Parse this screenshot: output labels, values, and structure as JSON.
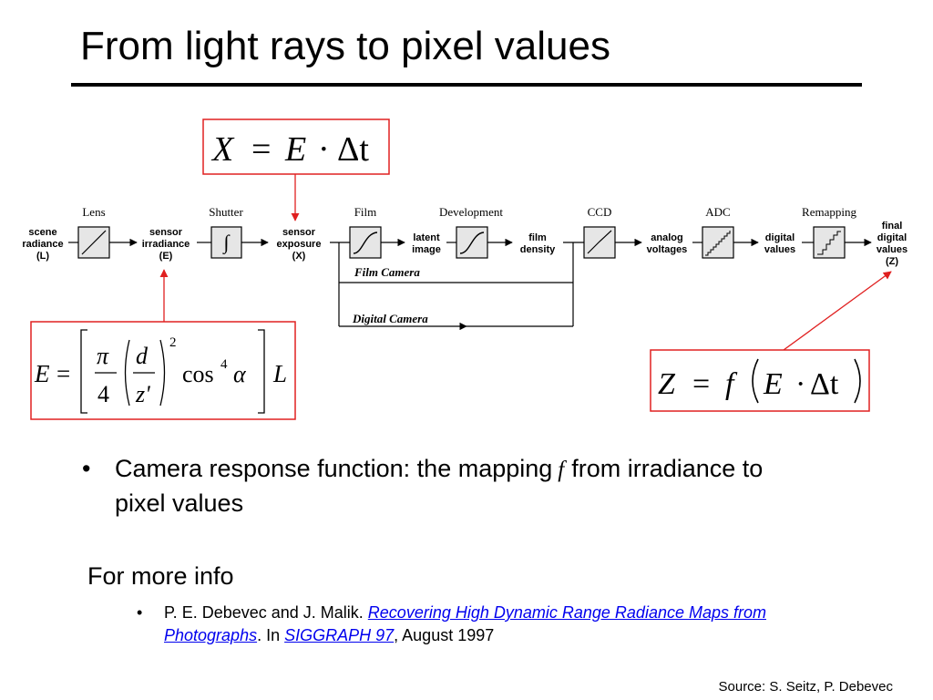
{
  "slide": {
    "title": "From light rays to pixel values",
    "bullet": {
      "text_before": "Camera response function: the mapping",
      "symbol": "f",
      "text_after": "from irradiance to pixel values"
    },
    "more_info": {
      "heading": "For more info",
      "reference": {
        "authors": "P. E. Debevec and J. Malik.",
        "paper_title": "Recovering High Dynamic Range Radiance Maps from Photographs",
        "in_text": ". In",
        "venue": "SIGGRAPH 97",
        "date": ", August 1997"
      }
    },
    "source": "Source: S. Seitz, P. Debevec"
  },
  "diagram": {
    "stage_titles": {
      "lens": "Lens",
      "shutter": "Shutter",
      "film": "Film",
      "development": "Development",
      "ccd": "CCD",
      "adc": "ADC",
      "remapping": "Remapping"
    },
    "quantities": {
      "scene_radiance": [
        "scene",
        "radiance",
        "(L)"
      ],
      "sensor_irradiance": [
        "sensor",
        "irradiance",
        "(E)"
      ],
      "sensor_exposure": [
        "sensor",
        "exposure",
        "(X)"
      ],
      "latent_image": [
        "latent",
        "image"
      ],
      "film_density": [
        "film",
        "density"
      ],
      "analog_voltages": [
        "analog",
        "voltages"
      ],
      "digital_values": [
        "digital",
        "values"
      ],
      "final_digital_values": [
        "final",
        "digital",
        "values",
        "(Z)"
      ]
    },
    "path_labels": {
      "film_camera": "Film Camera",
      "digital_camera": "Digital Camera"
    },
    "equations": {
      "exposure": {
        "lhs": "X",
        "eq": "=",
        "e": "E",
        "dot": "·",
        "delta_t": "Δt"
      },
      "irradiance": {
        "lhs": "E",
        "eq": "=",
        "pi": "π",
        "four": "4",
        "d": "d",
        "z": "z'",
        "sq": "2",
        "cos": "cos",
        "cos_exp": "4",
        "alpha": "α",
        "L": "L"
      },
      "response": {
        "lhs": "Z",
        "eq": "=",
        "f": "f",
        "e": "E",
        "dot": "·",
        "delta_t": "Δt"
      }
    },
    "colors": {
      "highlight": "#e02020",
      "box_fill": "#e6e6e6",
      "line": "#000000"
    }
  }
}
